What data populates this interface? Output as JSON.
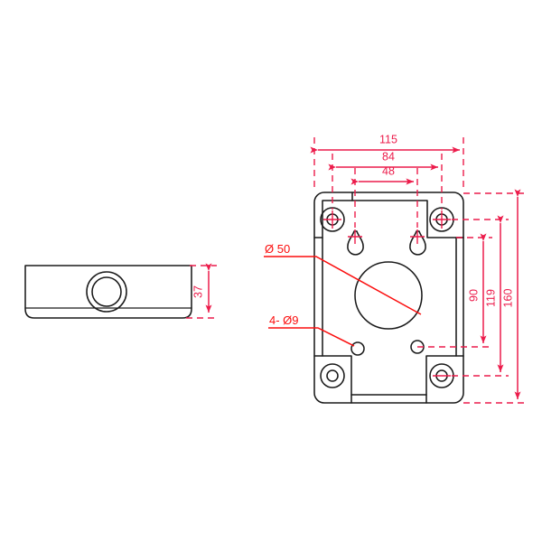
{
  "drawing": {
    "title": "Mounting Plate Technical Drawing",
    "background_color": "#ffffff",
    "part_line_color": "#1a1a1a",
    "dimension_color": "#ec1c4b",
    "leader_color": "#fb0d0d",
    "units": "mm"
  },
  "views": {
    "side_view": {
      "name": "side-elevation-view",
      "height_dimension": "37"
    },
    "front_view": {
      "name": "front-plan-view"
    }
  },
  "dimensions": {
    "horizontal": [
      {
        "id": "width-overall",
        "label": "115"
      },
      {
        "id": "width-boss-centers",
        "label": "84"
      },
      {
        "id": "width-slot-centers",
        "label": "48"
      }
    ],
    "vertical": [
      {
        "id": "height-inner",
        "label": "90"
      },
      {
        "id": "height-boss-centers",
        "label": "119"
      },
      {
        "id": "height-overall",
        "label": "160"
      }
    ],
    "side": [
      {
        "id": "height-side-profile",
        "label": "37"
      }
    ]
  },
  "annotations": [
    {
      "id": "center-bore-note",
      "label": "Ø 50",
      "target": "center-bore"
    },
    {
      "id": "small-hole-note",
      "label": "4- Ø9",
      "target": "small-hole"
    }
  ],
  "features": {
    "center_bore": {
      "name": "center-bore",
      "diameter": "50"
    },
    "small_holes": {
      "name": "small-hole",
      "count": "4",
      "diameter": "9"
    },
    "corner_bosses": {
      "name": "corner-boss",
      "count": "4"
    },
    "keyhole_slots": {
      "name": "keyhole-slot",
      "count": "2"
    }
  },
  "chart_data": {
    "type": "table",
    "title": "Mounting Plate Dimensions",
    "categories": [
      "115",
      "84",
      "48",
      "90",
      "119",
      "160",
      "37",
      "Ø 50",
      "4- Ø9"
    ],
    "values": [
      115,
      84,
      48,
      90,
      119,
      160,
      37,
      50,
      9
    ]
  }
}
